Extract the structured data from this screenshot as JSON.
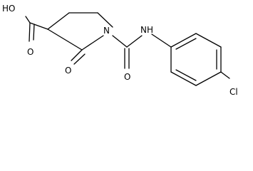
{
  "structure": {
    "atom_labels": {
      "hydroxyl_oh": "HO",
      "acid_carbonyl_o": "O",
      "ring_n": "N",
      "ring_carbonyl_o": "O",
      "amide_carbonyl_o": "O",
      "amide_nh": "NH",
      "chlorine": "Cl"
    }
  }
}
